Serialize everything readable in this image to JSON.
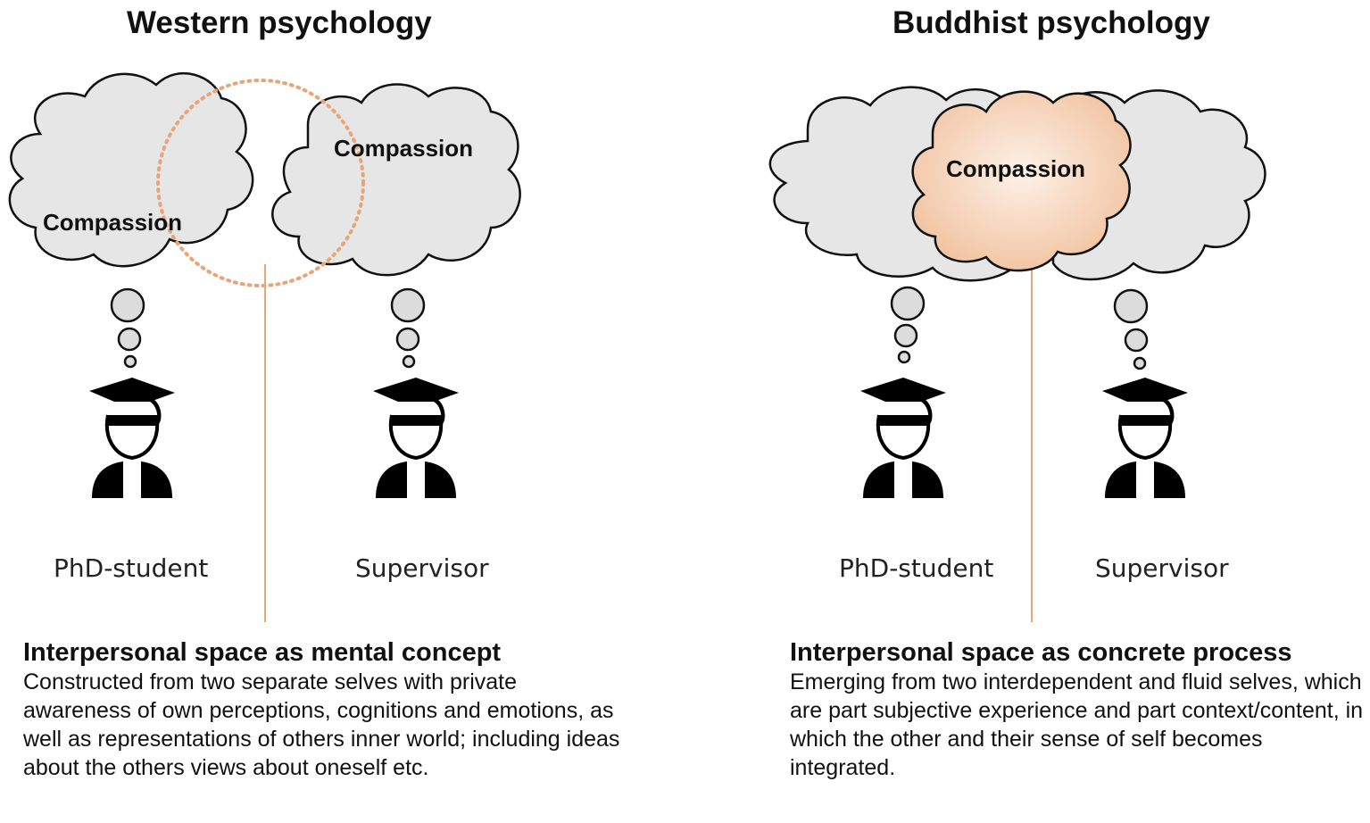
{
  "left": {
    "title": "Western psychology",
    "cloud_student_label": "Compassion",
    "cloud_supervisor_label": "Compassion",
    "person_student_label": "PhD-student",
    "person_supervisor_label": "Supervisor",
    "caption_heading": "Interpersonal space as mental concept",
    "caption_body": "Constructed from two separate selves with private awareness of own perceptions, cognitions and emotions, as well as representations of others inner world; including ideas about the others views about oneself etc."
  },
  "right": {
    "title": "Buddhist psychology",
    "cloud_shared_label": "Compassion",
    "person_student_label": "PhD-student",
    "person_supervisor_label": "Supervisor",
    "caption_heading": "Interpersonal space as concrete process",
    "caption_body": "Emerging from two interdependent and fluid selves, which are part subjective experience and part context/content, in which the other and their sense of self becomes integrated."
  },
  "colors": {
    "cloud_fill": "#e6e6e6",
    "cloud_stroke": "#111111",
    "accent_orange": "#e8a57a",
    "shared_cloud_fill": "#f6d3b8",
    "icon_black": "#000000"
  }
}
